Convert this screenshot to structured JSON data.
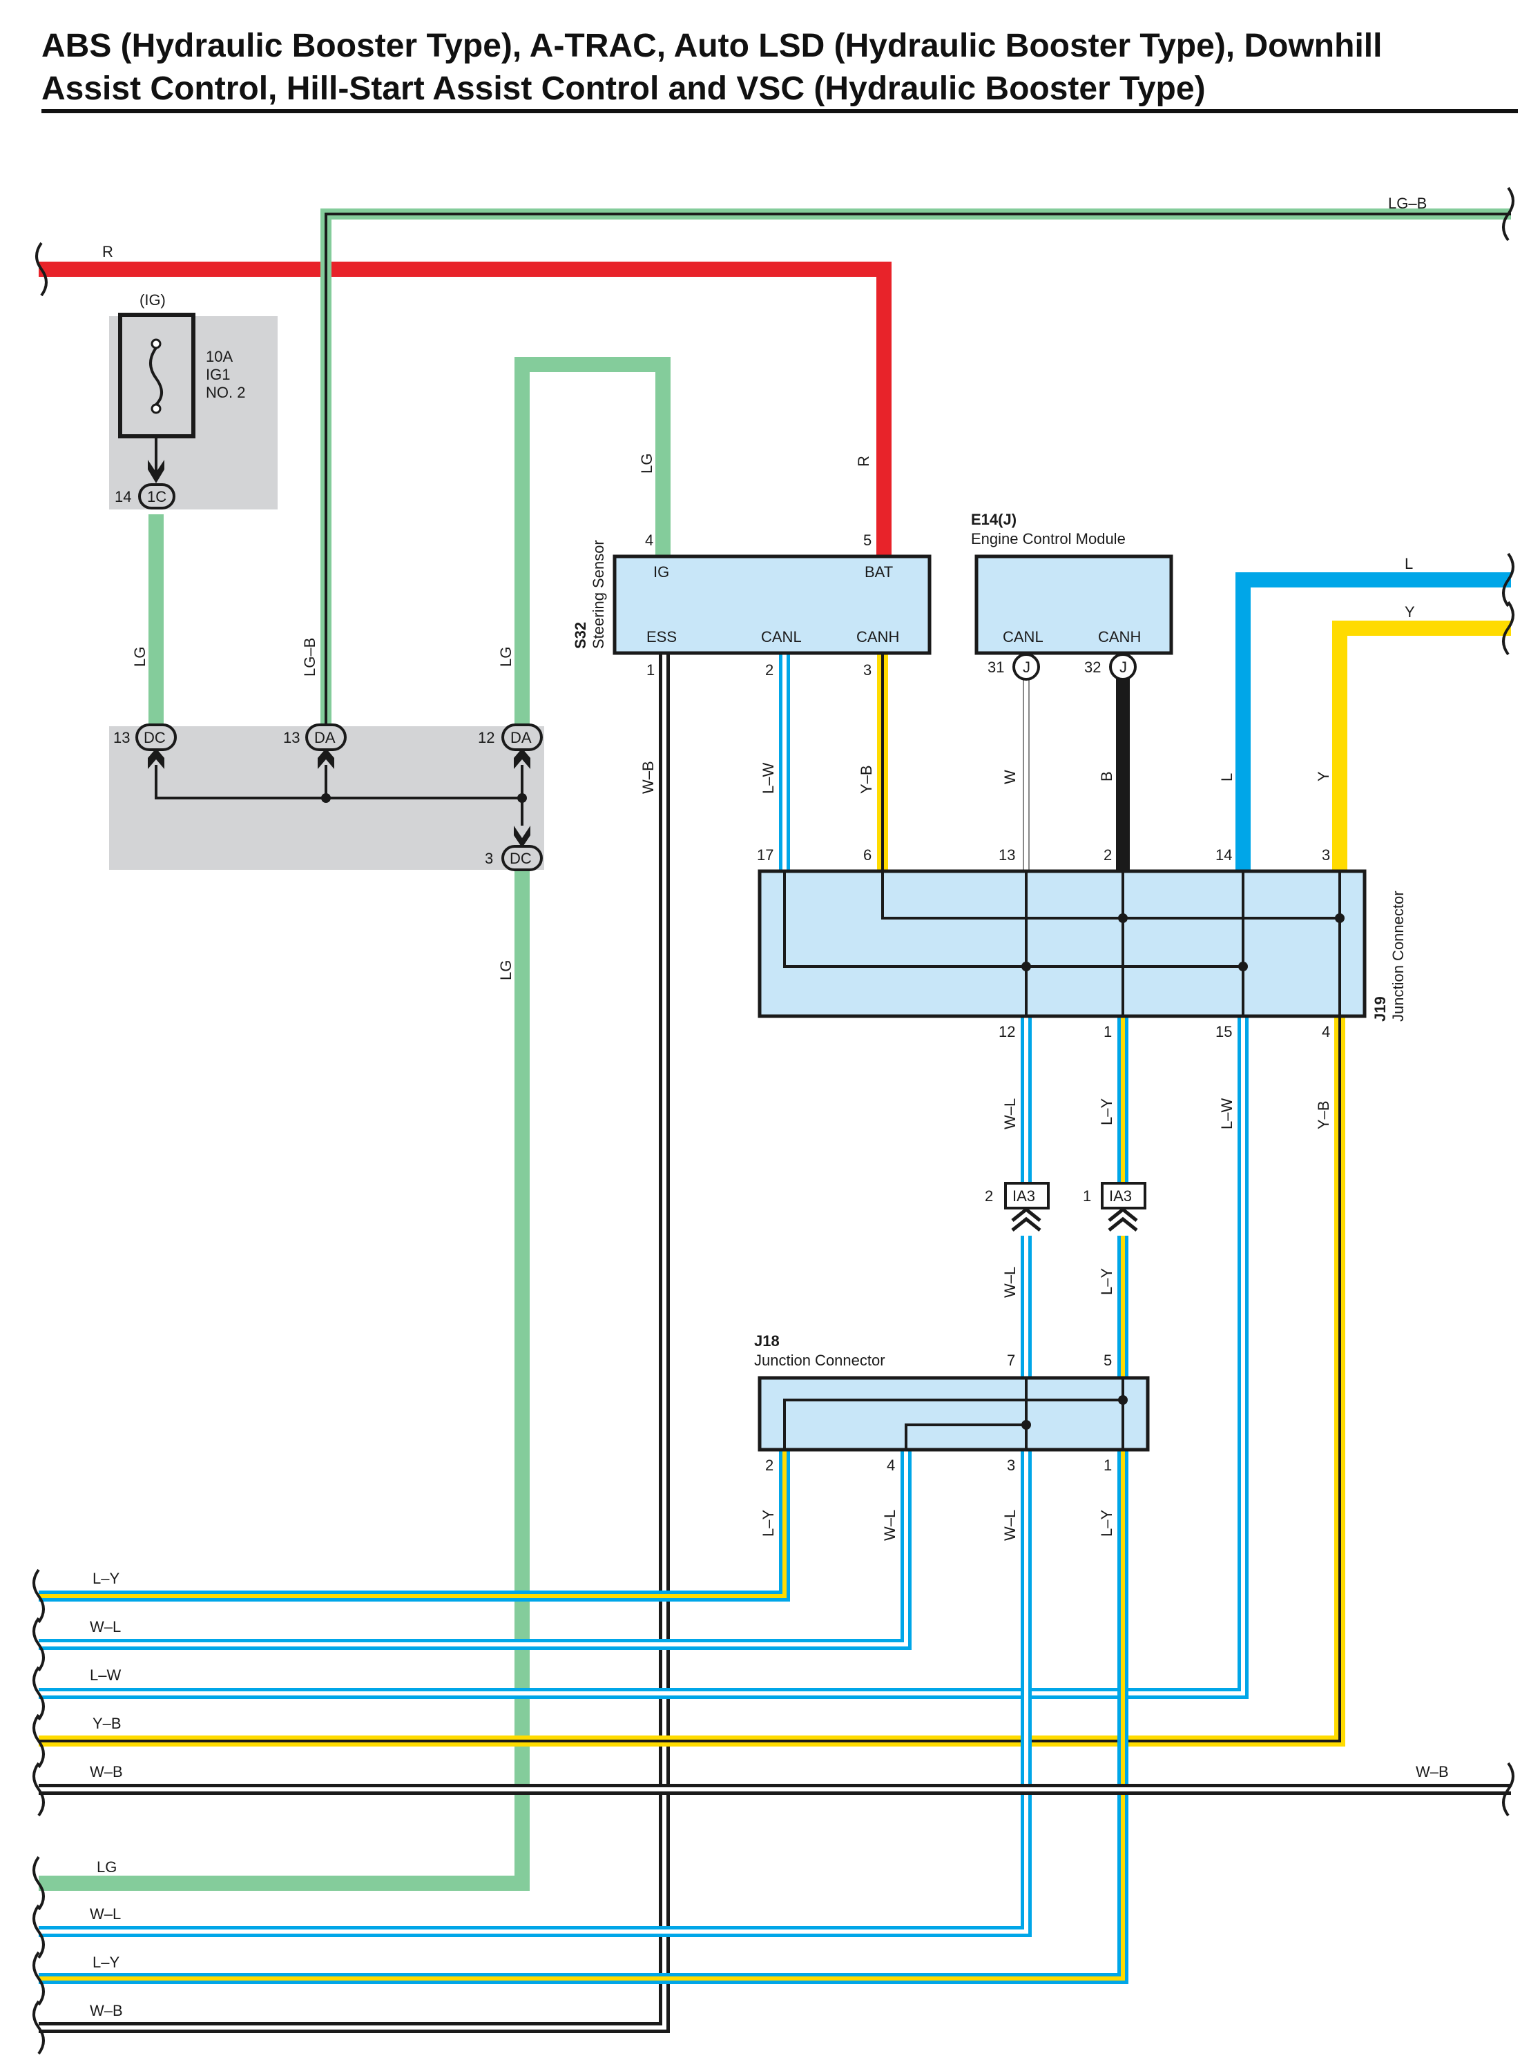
{
  "header": {
    "title_line1": "ABS (Hydraulic Booster Type), A-TRAC, Auto LSD (Hydraulic Booster Type), Downhill",
    "title_line2": "Assist Control, Hill-Start Assist Control and VSC (Hydraulic Booster Type)"
  },
  "colors": {
    "R": "#e8232a",
    "LG": "#84cc9b",
    "L": "#00a6e8",
    "Y": "#ffdb00",
    "B": "#1a1a1a",
    "W": "#ffffff",
    "component_fill": "#c8e6f8",
    "junction_block_fill": "#d3d4d6"
  },
  "fuse": {
    "label": "(IG)",
    "rating": "10A",
    "name_line1": "IG1",
    "name_line2": "NO. 2"
  },
  "connectors": {
    "ic_1c": "1C",
    "ic_1c_pin": "14",
    "ic_dc_in": "DC",
    "ic_dc_in_pin": "13",
    "ic_da_1": "DA",
    "ic_da_1_pin": "13",
    "ic_da_2": "DA",
    "ic_da_2_pin": "12",
    "ic_dc_out": "DC",
    "ic_dc_out_pin": "3",
    "ia3_a": "IA3",
    "ia3_a_pin": "2",
    "ia3_b": "IA3",
    "ia3_b_pin": "1",
    "ecm_j1": "J",
    "ecm_j2": "J"
  },
  "steering_sensor": {
    "code": "S32",
    "name": "Steering Sensor",
    "pins": {
      "ig": "IG",
      "ig_no": "4",
      "bat": "BAT",
      "bat_no": "5",
      "ess": "ESS",
      "ess_no": "1",
      "canl": "CANL",
      "canl_no": "2",
      "canh": "CANH",
      "canh_no": "3"
    }
  },
  "ecm": {
    "code": "E14(J)",
    "name": "Engine Control Module",
    "pins": {
      "canl": "CANL",
      "canl_no": "31",
      "canh": "CANH",
      "canh_no": "32"
    }
  },
  "j19": {
    "code": "J19",
    "name": "Junction Connector",
    "top_pins": [
      "17",
      "6",
      "13",
      "2",
      "14",
      "3"
    ],
    "bottom_pins": [
      "12",
      "1",
      "15",
      "4"
    ]
  },
  "j18": {
    "code": "J18",
    "name": "Junction Connector",
    "top_pins": [
      "7",
      "5"
    ],
    "bottom_pins": [
      "2",
      "4",
      "3",
      "1"
    ]
  },
  "wire_labels": {
    "top_lgb": "LG–B",
    "top_r": "R",
    "right_l": "L",
    "right_y": "Y",
    "r_vertical": "R",
    "lg_sensor": "LG",
    "lg_fuse_down": "LG",
    "lgb_down": "LG–B",
    "lg_da": "LG",
    "lg_dc_down": "LG",
    "wb_ess": "W–B",
    "lw_canl": "L–W",
    "yb_canh": "Y–B",
    "w_ecm": "W",
    "b_ecm": "B",
    "l_right": "L",
    "y_right": "Y",
    "wl_12": "W–L",
    "ly_1": "L–Y",
    "lw_15": "L–W",
    "yb_4": "Y–B",
    "wl_ia3": "W–L",
    "ly_ia3": "L–Y",
    "ly_j18_2": "L–Y",
    "wl_j18_4": "W–L",
    "wl_j18_3": "W–L",
    "ly_j18_1": "L–Y",
    "bus_ly1": "L–Y",
    "bus_wl1": "W–L",
    "bus_lw": "L–W",
    "bus_yb": "Y–B",
    "bus_wb1": "W–B",
    "bus_wb_right": "W–B",
    "bus_lg": "LG",
    "bus_wl2": "W–L",
    "bus_ly2": "L–Y",
    "bus_wb2": "W–B"
  }
}
